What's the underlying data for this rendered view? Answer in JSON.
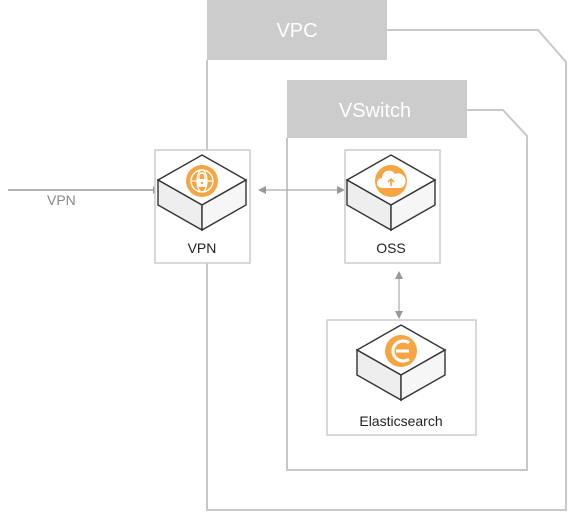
{
  "groups": {
    "vpc": {
      "label": "VPC"
    },
    "vswitch": {
      "label": "VSwitch"
    }
  },
  "nodes": {
    "vpn": {
      "label": "VPN",
      "icon": "lock-globe-icon"
    },
    "oss": {
      "label": "OSS",
      "icon": "cloud-icon"
    },
    "elasticsearch": {
      "label": "Elasticsearch",
      "icon": "elasticsearch-icon"
    }
  },
  "edges": {
    "incoming": {
      "label": "VPN"
    }
  },
  "colors": {
    "tab": "#cccccc",
    "border": "#c8c8c8",
    "accent": "#f7a442",
    "cube_top": "#ffffff",
    "cube_side": "#eeeeee",
    "cube_stroke": "#333333",
    "arrow": "#aaaaaa"
  }
}
